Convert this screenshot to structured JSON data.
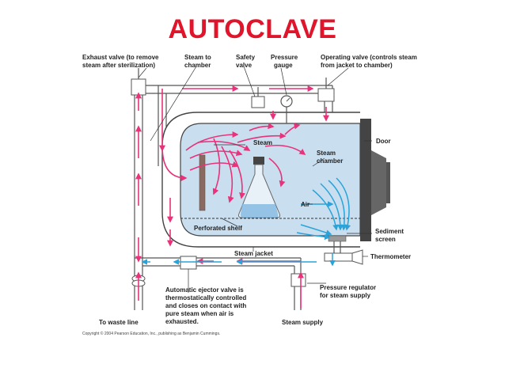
{
  "title": "AUTOCLAVE",
  "labels": {
    "exhaust_valve": [
      "Exhaust valve (to remove",
      "steam after sterilization)"
    ],
    "steam_to_chamber": [
      "Steam to",
      "chamber"
    ],
    "safety_valve": [
      "Safety",
      "valve"
    ],
    "pressure_gauge": [
      "Pressure",
      "gauge"
    ],
    "operating_valve": [
      "Operating valve (controls steam",
      "from jacket to chamber)"
    ],
    "steam": "Steam",
    "steam_chamber": [
      "Steam",
      "chamber"
    ],
    "door": "Door",
    "air": "Air",
    "perforated_shelf": "Perforated shelf",
    "sediment_screen": [
      "Sediment",
      "screen"
    ],
    "steam_jacket": "Steam jacket",
    "thermometer": "Thermometer",
    "automatic_ejector": [
      "Automatic ejector valve is",
      "thermostatically controlled",
      "and closes on contact with",
      "pure steam when air is",
      "exhausted."
    ],
    "pressure_regulator": [
      "Pressure regulator",
      "for steam supply"
    ],
    "to_waste_line": "To waste line",
    "steam_supply": "Steam supply"
  },
  "copyright": "Copyright © 2004 Pearson Education, Inc., publishing as Benjamin Cummings.",
  "colors": {
    "title": "#e0142a",
    "steam_arrow": "#e8327a",
    "air_arrow": "#2aa3d8",
    "chamber_fill": "#c9dff0",
    "pipe": "#555555"
  }
}
